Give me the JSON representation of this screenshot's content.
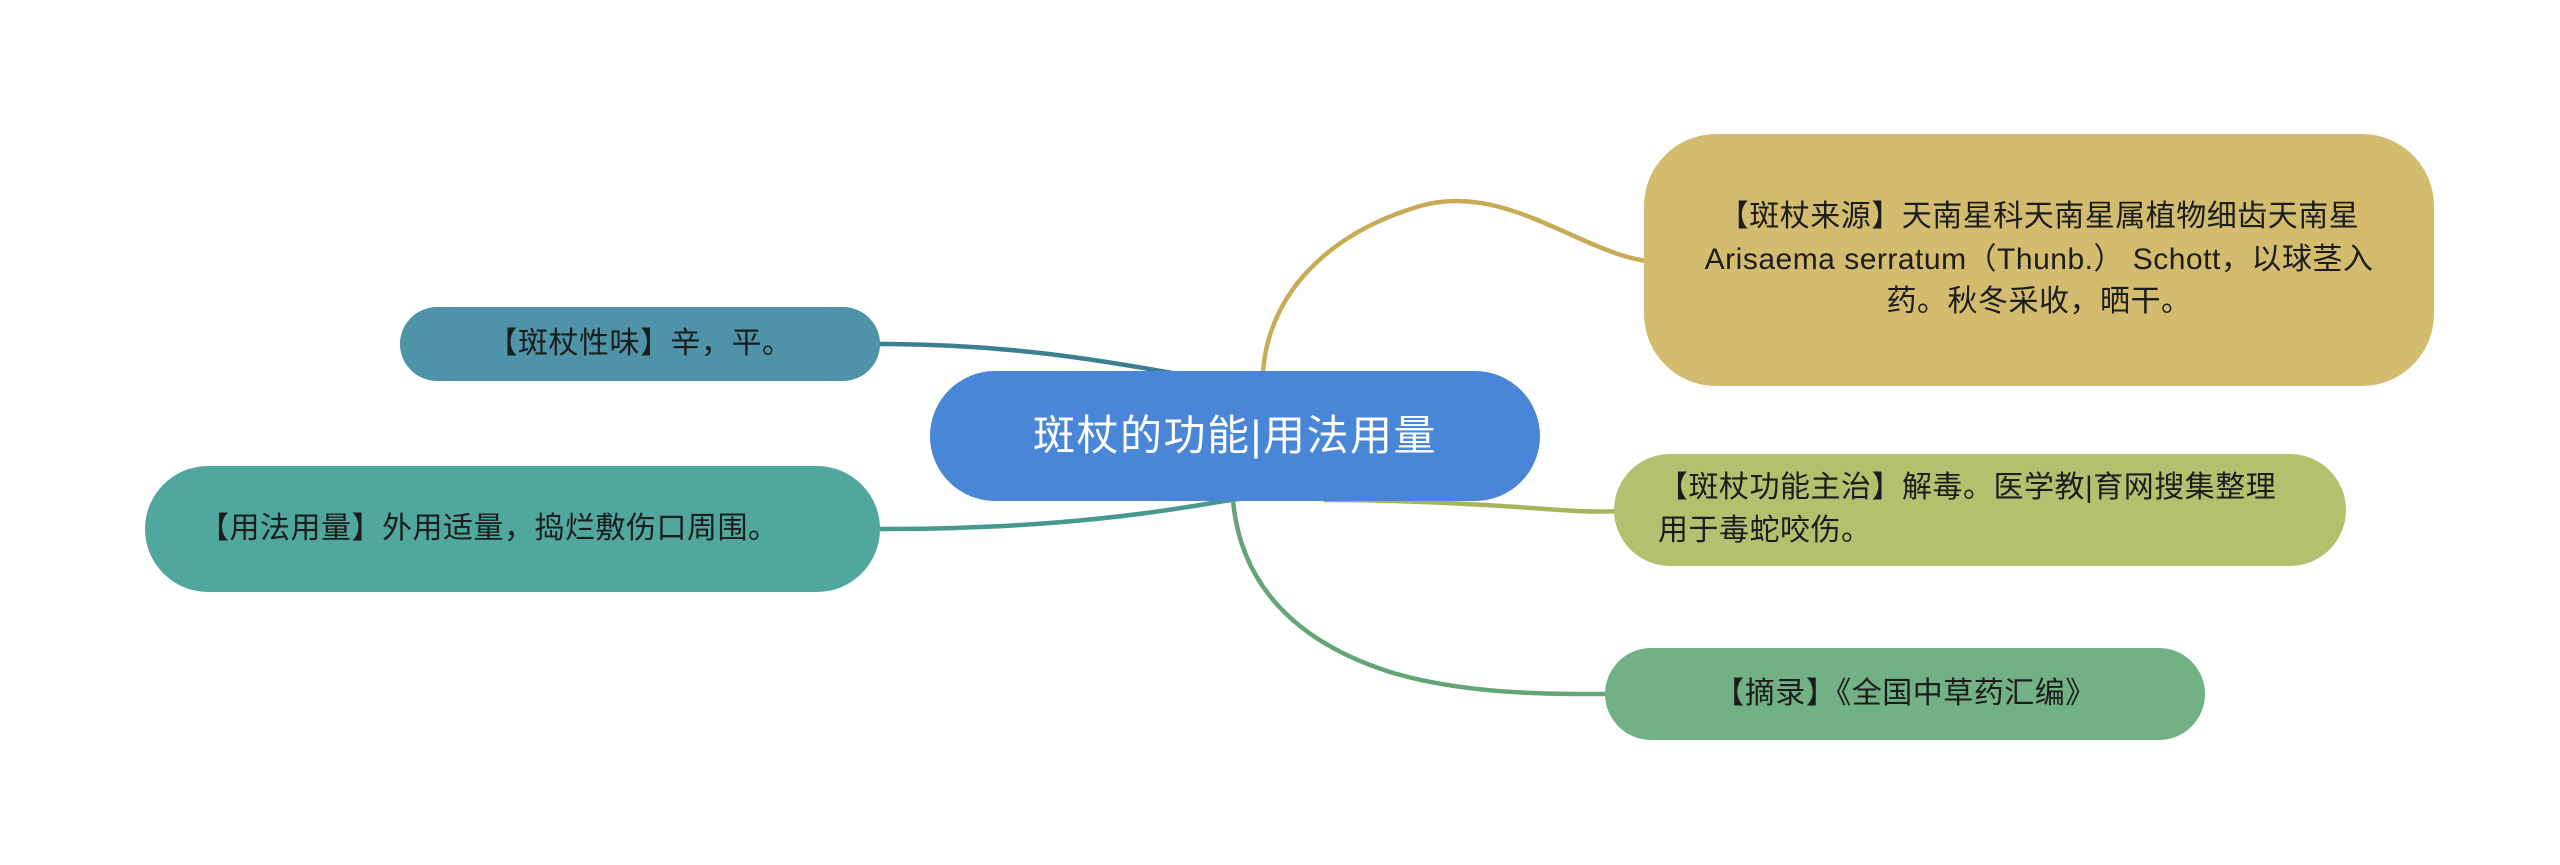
{
  "diagram": {
    "type": "mind-map",
    "background_color": "#ffffff",
    "center": {
      "id": "center",
      "label": "斑杖的功能|用法用量",
      "color": "#4a86d8",
      "text_color": "#ffffff"
    },
    "branches": [
      {
        "id": "shui",
        "label": "【斑杖性味】辛，平。",
        "color": "#4e93a8",
        "side": "left",
        "connector_color": "#3d7f92"
      },
      {
        "id": "dosage",
        "label": "【用法用量】外用适量，捣烂敷伤口周围。",
        "color": "#4fa79d",
        "side": "left",
        "connector_color": "#47988f"
      },
      {
        "id": "source",
        "label": "【斑杖来源】天南星科天南星属植物细齿天南星Arisaema serratum（Thunb.） Schott，以球茎入药。秋冬采收，晒干。",
        "color": "#d3bc6e",
        "side": "right",
        "connector_color": "#c7ab55"
      },
      {
        "id": "indication",
        "label": "【斑杖功能主治】解毒。医学教|育网搜集整理用于毒蛇咬伤。",
        "color": "#b5c06e",
        "side": "right",
        "connector_color": "#a8b45c"
      },
      {
        "id": "excerpt",
        "label": "【摘录】《全国中草药汇编》",
        "color": "#72b184",
        "side": "right",
        "connector_color": "#63a576"
      }
    ]
  }
}
